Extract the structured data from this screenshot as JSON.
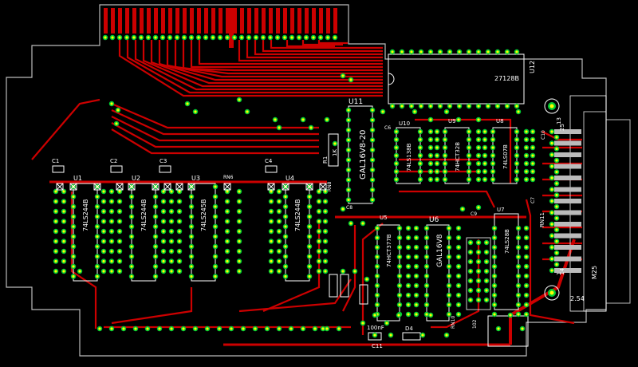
{
  "colors": {
    "background": "#000000",
    "board_outline": "#bbbbbb",
    "copper": "#cc0000",
    "silkscreen": "#ffffff",
    "pad_ring": "#00cc33",
    "pad_hole": "#ffff00"
  },
  "components": {
    "U1": {
      "ref": "U1",
      "value": "74LS244B"
    },
    "U2": {
      "ref": "U2",
      "value": "74LS244B"
    },
    "U3": {
      "ref": "U3",
      "value": "74LS245B"
    },
    "U4": {
      "ref": "U4",
      "value": "74LS244B"
    },
    "U5": {
      "ref": "U5",
      "value": "74HCT377B"
    },
    "U6": {
      "ref": "U6",
      "value": "GAL16V8"
    },
    "U7": {
      "ref": "U7",
      "value": "74LS28B"
    },
    "U8": {
      "ref": "U8",
      "value": "74LS07B"
    },
    "U9": {
      "ref": "U9",
      "value": "74HCT32B"
    },
    "U10": {
      "ref": "U10",
      "value": "74LS138B"
    },
    "U11": {
      "ref": "U11",
      "value": "GAL16V8-20"
    },
    "U12": {
      "ref": "U12",
      "value": "27128B"
    }
  },
  "passives": {
    "C1": "C1",
    "C2": "C2",
    "C3": "C3",
    "C4": "C4",
    "C6": "C6",
    "C7": "C7",
    "C8": "C8",
    "C9": "C9",
    "C10": "C10",
    "C11": "C11",
    "C11_value": "100nF",
    "R1": "R1",
    "R1_value": "1K",
    "D4": "D4",
    "RN6": "RN6",
    "RN8": "RN8",
    "RN11": "RN11",
    "RN10": "RN10",
    "RN10_value": "102"
  },
  "connector": {
    "ref": "M25",
    "pin13": "13",
    "pin25": "25",
    "pin1": "1",
    "pin14": "14",
    "pitch": "2.54"
  }
}
